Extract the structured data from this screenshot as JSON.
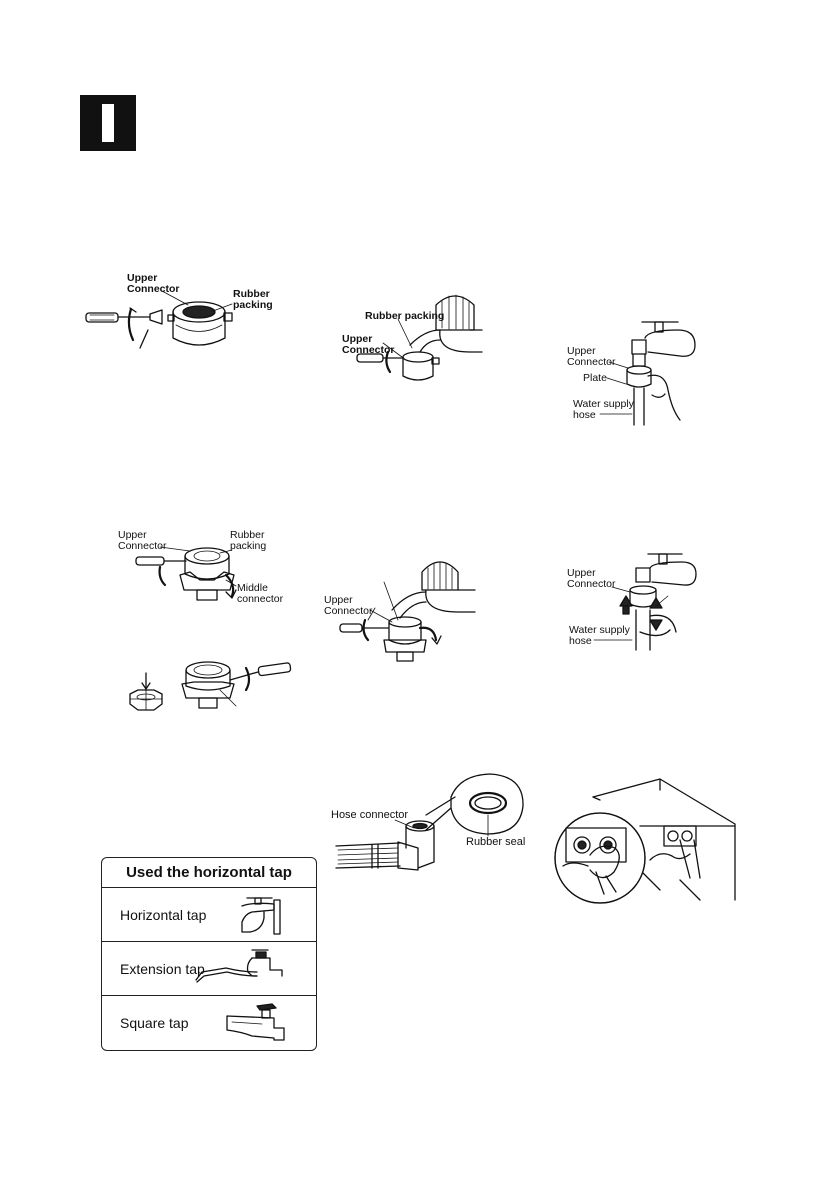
{
  "header": {
    "section_letter": "I"
  },
  "figures": {
    "fig1": {
      "upper_connector": "Upper\nConnector",
      "rubber_packing": "Rubber\npacking"
    },
    "fig2": {
      "rubber_packing": "Rubber packing",
      "upper_connector": "Upper\nConnector"
    },
    "fig3": {
      "upper_connector": "Upper\nConnector",
      "plate": "Plate",
      "water_supply_hose": "Water supply\nhose"
    },
    "fig4": {
      "upper_connector": "Upper\nConnector",
      "rubber_packing": "Rubber\npacking",
      "middle_connector": "Middle\nconnector"
    },
    "fig5": {
      "upper_connector": "Upper\nConnector"
    },
    "fig6": {
      "upper_connector": "Upper\nConnector",
      "water_supply_hose": "Water supply\nhose"
    },
    "fig8": {
      "hose_connector": "Hose connector",
      "rubber_seal": "Rubber seal"
    }
  },
  "tap_table": {
    "title": "Used the horizontal tap",
    "rows": [
      {
        "label": "Horizontal tap",
        "icon": "horizontal-tap-icon"
      },
      {
        "label": "Extension tap",
        "icon": "extension-tap-icon"
      },
      {
        "label": "Square tap",
        "icon": "square-tap-icon"
      }
    ]
  }
}
